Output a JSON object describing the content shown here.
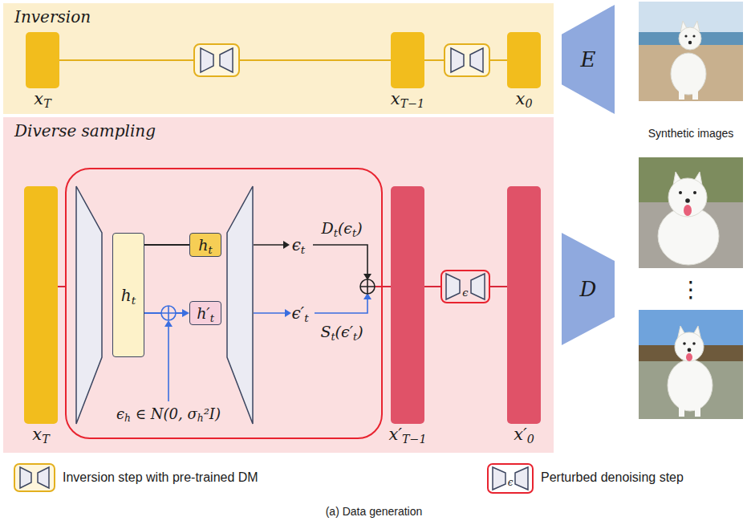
{
  "diagram": {
    "caption": "(a) Data generation",
    "nodes": [
      {
        "text": [
          "Inversion"
        ]
      },
      {
        "text": [
          "xT"
        ],
        "in": 0
      },
      {
        "text": [
          "xT−1"
        ],
        "in": 0
      },
      {
        "text": [
          "x0"
        ],
        "in": 0
      },
      {
        "text": [
          "E"
        ]
      },
      {
        "text": [
          "Diverse sampling"
        ]
      },
      {
        "text": [
          "xT"
        ],
        "in": 5
      },
      {
        "text": [
          "ht"
        ],
        "in": 5
      },
      {
        "text": [
          "ht"
        ],
        "in": 5
      },
      {
        "text": [
          "h′t"
        ],
        "in": 5
      },
      {
        "text": [
          "x′T−1"
        ],
        "in": 5
      },
      {
        "text": [
          "x′0"
        ],
        "in": 5
      },
      {
        "text": [
          "D"
        ]
      }
    ],
    "edges": [
      {
        "from": 1,
        "to": 2,
        "arrow": "none"
      },
      {
        "from": 2,
        "to": 3,
        "arrow": "none"
      },
      {
        "from": 6,
        "to": 10,
        "arrow": "none"
      },
      {
        "from": 10,
        "to": 11,
        "arrow": "none"
      },
      {
        "from": 7,
        "to": 8,
        "arrow": "none"
      },
      {
        "from": 7,
        "to": 9,
        "arrow": "to"
      }
    ],
    "labels": [
      "Synthetic images",
      "ϵt",
      "ϵ′t",
      "Dt(ϵt)",
      "St(ϵ′t)",
      "ϵh ∈ N(0, σh²I)",
      "ϵ",
      "⋮",
      "ϵ"
    ],
    "legend": [
      {
        "text": "Inversion step with pre-trained DM"
      },
      {
        "text": "Perturbed denoising step"
      }
    ]
  }
}
